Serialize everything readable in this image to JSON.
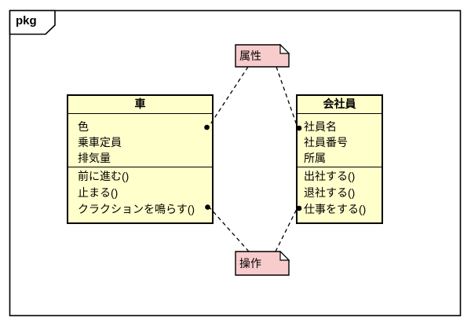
{
  "frame": {
    "tag_label": "pkg"
  },
  "notes": {
    "attribute_note": {
      "label": "属性"
    },
    "operation_note": {
      "label": "操作"
    }
  },
  "classes": {
    "car": {
      "title": "車",
      "attributes": [
        "色",
        "乗車定員",
        "排気量"
      ],
      "operations": [
        "前に進む()",
        "止まる()",
        "クラクションを鳴らす()"
      ]
    },
    "employee": {
      "title": "会社員",
      "attributes": [
        "社員名",
        "社員番号",
        "所属"
      ],
      "operations": [
        "出社する()",
        "退社する()",
        "仕事をする()"
      ]
    }
  },
  "colors": {
    "class_fill": "#FFFFCC",
    "note_fill": "#F8CCCC",
    "line": "#000000",
    "background": "#FFFFFF"
  }
}
